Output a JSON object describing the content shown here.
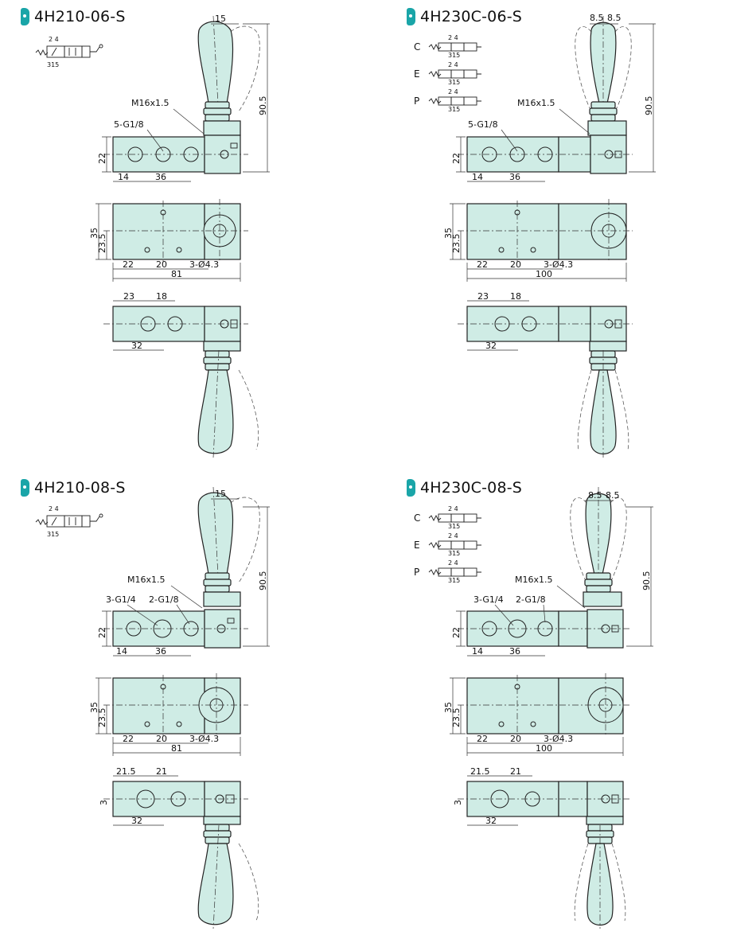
{
  "quadrants": [
    {
      "title": "4H210-06-S",
      "symbols": [
        {
          "letter": "",
          "top": "2  4",
          "bottom": "315"
        }
      ],
      "labels": {
        "thread": "M16x1.5",
        "ports": "5-G1/8",
        "ports2": "",
        "mount": "3-Ø4.3"
      },
      "dims": {
        "lever_offset": "15",
        "lever_offset_b": "",
        "height": "90.5",
        "body_h": "22",
        "d14": "14",
        "d36": "36",
        "w35": "35",
        "w23": "23.5",
        "d22": "22",
        "d20": "20",
        "total": "81",
        "b1": "23",
        "b2": "18",
        "b3": "32",
        "b4": ""
      }
    },
    {
      "title": "4H230C-06-S",
      "symbols": [
        {
          "letter": "C",
          "top": "2  4",
          "bottom": "315"
        },
        {
          "letter": "E",
          "top": "2  4",
          "bottom": "315"
        },
        {
          "letter": "P",
          "top": "2  4",
          "bottom": "315"
        }
      ],
      "labels": {
        "thread": "M16x1.5",
        "ports": "5-G1/8",
        "ports2": "",
        "mount": "3-Ø4.3"
      },
      "dims": {
        "lever_offset": "8.5",
        "lever_offset_b": "8.5",
        "height": "90.5",
        "body_h": "22",
        "d14": "14",
        "d36": "36",
        "w35": "35",
        "w23": "23.5",
        "d22": "22",
        "d20": "20",
        "total": "100",
        "b1": "23",
        "b2": "18",
        "b3": "32",
        "b4": ""
      }
    },
    {
      "title": "4H210-08-S",
      "symbols": [
        {
          "letter": "",
          "top": "2  4",
          "bottom": "315"
        }
      ],
      "labels": {
        "thread": "M16x1.5",
        "ports": "3-G1/4",
        "ports2": "2-G1/8",
        "mount": "3-Ø4.3"
      },
      "dims": {
        "lever_offset": "15",
        "lever_offset_b": "",
        "height": "90.5",
        "body_h": "22",
        "d14": "14",
        "d36": "36",
        "w35": "35",
        "w23": "23.5",
        "d22": "22",
        "d20": "20",
        "total": "81",
        "b1": "21.5",
        "b2": "21",
        "b3": "32",
        "b4": "3"
      }
    },
    {
      "title": "4H230C-08-S",
      "symbols": [
        {
          "letter": "C",
          "top": "2  4",
          "bottom": "315"
        },
        {
          "letter": "E",
          "top": "2  4",
          "bottom": "315"
        },
        {
          "letter": "P",
          "top": "2  4",
          "bottom": "315"
        }
      ],
      "labels": {
        "thread": "M16x1.5",
        "ports": "3-G1/4",
        "ports2": "2-G1/8",
        "mount": "3-Ø4.3"
      },
      "dims": {
        "lever_offset": "8.5",
        "lever_offset_b": "8.5",
        "height": "90.5",
        "body_h": "22",
        "d14": "14",
        "d36": "36",
        "w35": "35",
        "w23": "23.5",
        "d22": "22",
        "d20": "20",
        "total": "100",
        "b1": "21.5",
        "b2": "21",
        "b3": "32",
        "b4": "3"
      }
    }
  ],
  "colors": {
    "accent": "#1aa5a8",
    "body_fill": "#cfece5",
    "line": "#222222"
  }
}
